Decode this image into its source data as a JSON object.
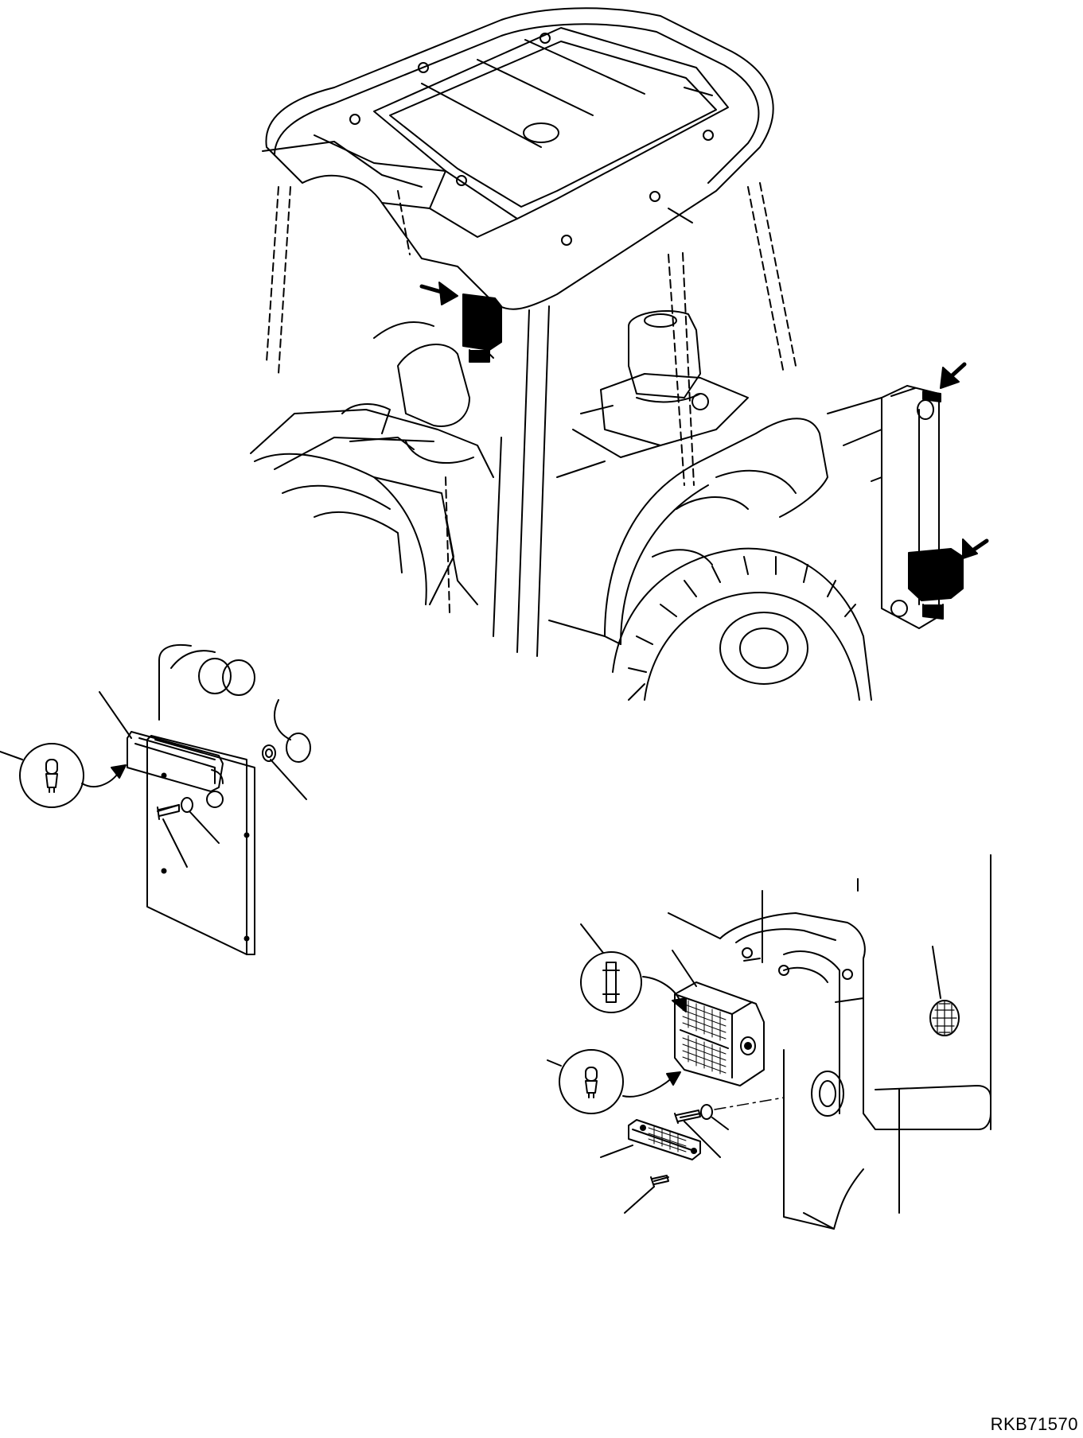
{
  "document": {
    "reference_code": "RKB71570"
  },
  "views": [
    {
      "id": "machine-overview",
      "items": [
        "cab-roof",
        "cab-pillars",
        "operator-seat",
        "rear-fender",
        "rear-tire",
        "rear-frame-post",
        "front-lamp-location-arrow",
        "rear-lamp-location-arrows"
      ]
    },
    {
      "id": "lamp-detail-left",
      "items": [
        "plate-lamp",
        "bulb-callout",
        "screw",
        "washer",
        "nut",
        "mounting-plate"
      ]
    },
    {
      "id": "lamp-detail-right",
      "items": [
        "combination-lamp",
        "bulb-callout-upper",
        "bulb-callout-lower",
        "reflector",
        "screw",
        "washer",
        "reflector-screw",
        "frame-post",
        "round-reflector"
      ]
    }
  ]
}
